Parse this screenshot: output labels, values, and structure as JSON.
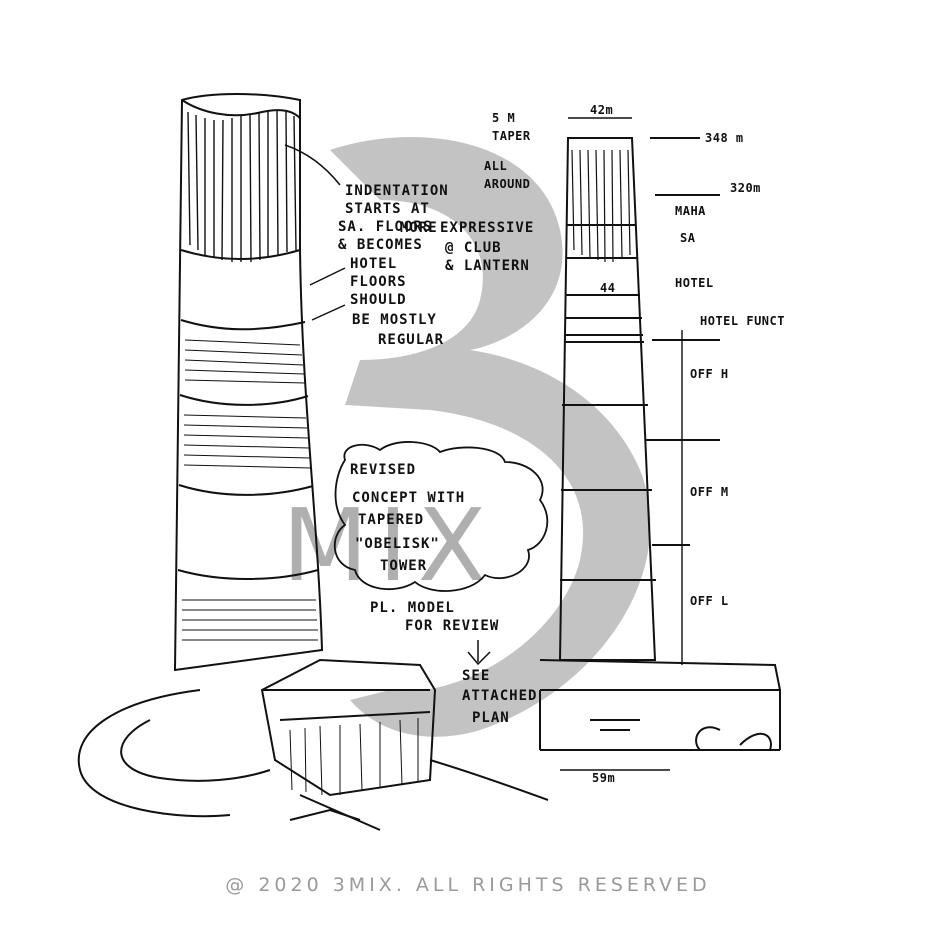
{
  "watermark": {
    "letters": "MIX",
    "color": "#a9a9a9"
  },
  "left_notes": {
    "indentation": [
      "INDENTATION",
      "STARTS AT",
      "SA. FLOORS",
      "& BECOMES",
      "MORE",
      "EXPRESSIVE",
      "@ CLUB",
      "& LANTERN"
    ],
    "hotel": [
      "HOTEL",
      "FLOORS",
      "SHOULD",
      "BE MOSTLY",
      "REGULAR"
    ],
    "cloud": [
      "REVISED",
      "CONCEPT WITH",
      "TAPERED",
      "\"OBELISK\"",
      "TOWER"
    ],
    "review": [
      "PL. MODEL",
      "FOR REVIEW"
    ],
    "see": [
      "SEE",
      "ATTACHED",
      "PLAN"
    ]
  },
  "right_notes": {
    "taper": [
      "5 M",
      "TAPER",
      "ALL",
      "AROUND"
    ],
    "top_width": "42m",
    "mid_width": "44",
    "base_width": "59m",
    "levels": [
      {
        "label": "348 m"
      },
      {
        "label": "320m"
      },
      {
        "label": "MAHA"
      },
      {
        "label": "SA"
      },
      {
        "label": "HOTEL"
      },
      {
        "label": "HOTEL FUNCT"
      },
      {
        "label": "OFF H"
      },
      {
        "label": "OFF M"
      },
      {
        "label": "OFF L"
      }
    ]
  },
  "footer": {
    "copyright": "@ 2020 3MIX. ALL RIGHTS RESERVED"
  }
}
